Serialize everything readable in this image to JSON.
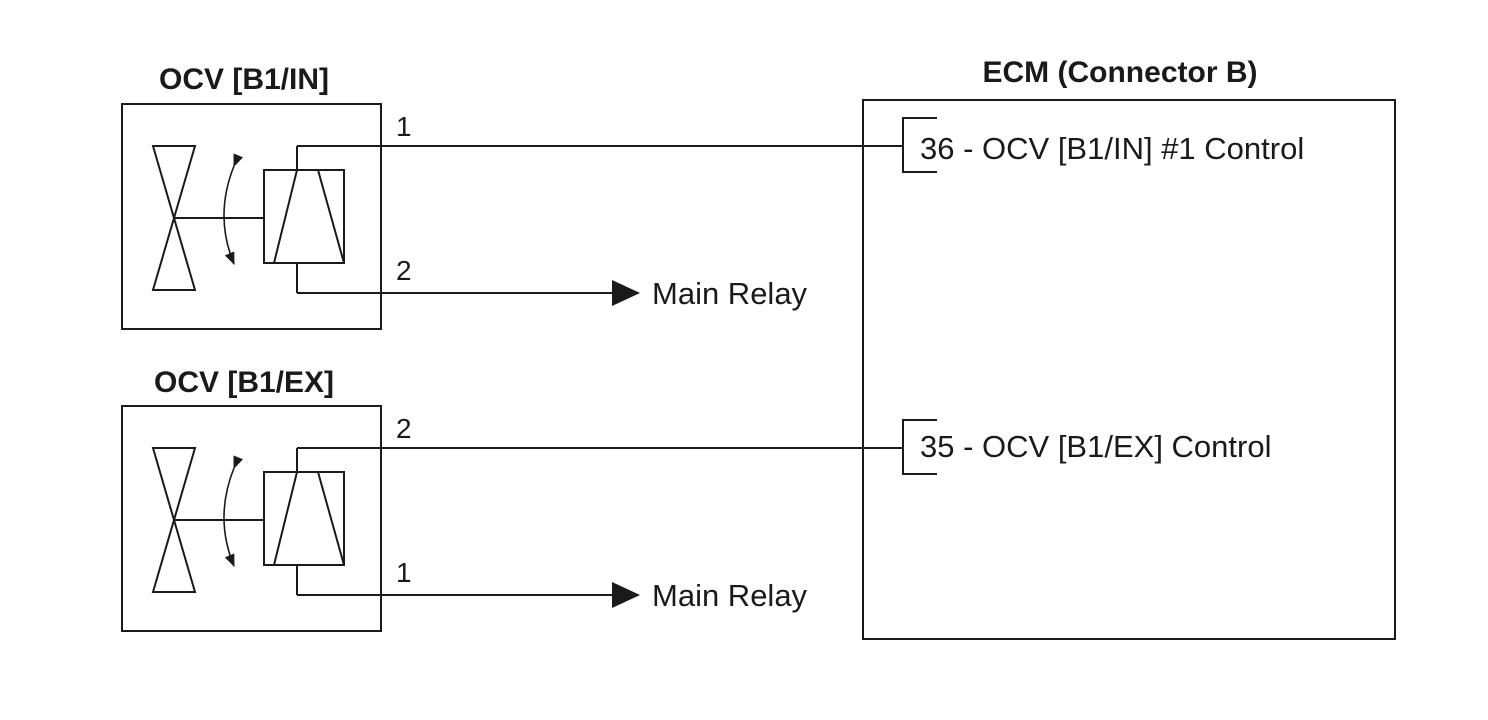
{
  "components": {
    "ocv_in": {
      "title": "OCV [B1/IN]",
      "pin_top": "1",
      "pin_bottom": "2",
      "relay_label": "Main Relay"
    },
    "ocv_ex": {
      "title": "OCV [B1/EX]",
      "pin_top": "2",
      "pin_bottom": "1",
      "relay_label": "Main Relay"
    },
    "ecm": {
      "title": "ECM (Connector B)",
      "terminals": [
        "36 - OCV [B1/IN] #1 Control",
        "35 - OCV [B1/EX] Control"
      ]
    }
  },
  "icons": {
    "valve": "butterfly-valve-icon",
    "solenoid": "solenoid-coil-icon",
    "actuation": "rotation-arrow-icon",
    "arrow": "arrowhead-icon"
  }
}
